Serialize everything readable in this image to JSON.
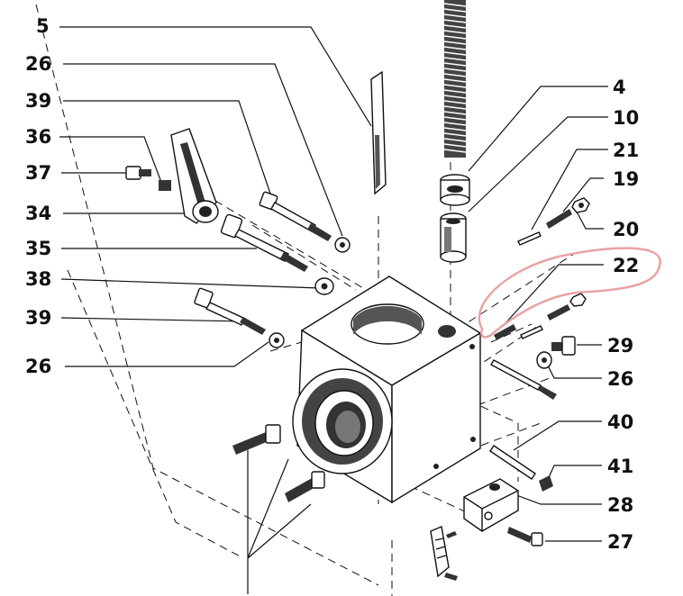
{
  "callouts": [
    {
      "id": "c-5-top",
      "text": "5"
    },
    {
      "id": "c-26-a",
      "text": "26"
    },
    {
      "id": "c-39-a",
      "text": "39"
    },
    {
      "id": "c-36",
      "text": "36"
    },
    {
      "id": "c-37",
      "text": "37"
    },
    {
      "id": "c-34",
      "text": "34"
    },
    {
      "id": "c-35",
      "text": "35"
    },
    {
      "id": "c-38",
      "text": "38"
    },
    {
      "id": "c-39-b",
      "text": "39"
    },
    {
      "id": "c-26-b",
      "text": "26"
    },
    {
      "id": "c-4",
      "text": "4"
    },
    {
      "id": "c-10",
      "text": "10"
    },
    {
      "id": "c-21",
      "text": "21"
    },
    {
      "id": "c-19",
      "text": "19"
    },
    {
      "id": "c-20",
      "text": "20"
    },
    {
      "id": "c-22",
      "text": "22"
    },
    {
      "id": "c-29",
      "text": "29"
    },
    {
      "id": "c-26-c",
      "text": "26"
    },
    {
      "id": "c-40",
      "text": "40"
    },
    {
      "id": "c-41",
      "text": "41"
    },
    {
      "id": "c-28",
      "text": "28"
    },
    {
      "id": "c-27",
      "text": "27"
    }
  ],
  "colors": {
    "ink": "#111111",
    "highlight": "#e8a3a3",
    "paper": "#ffffff"
  }
}
